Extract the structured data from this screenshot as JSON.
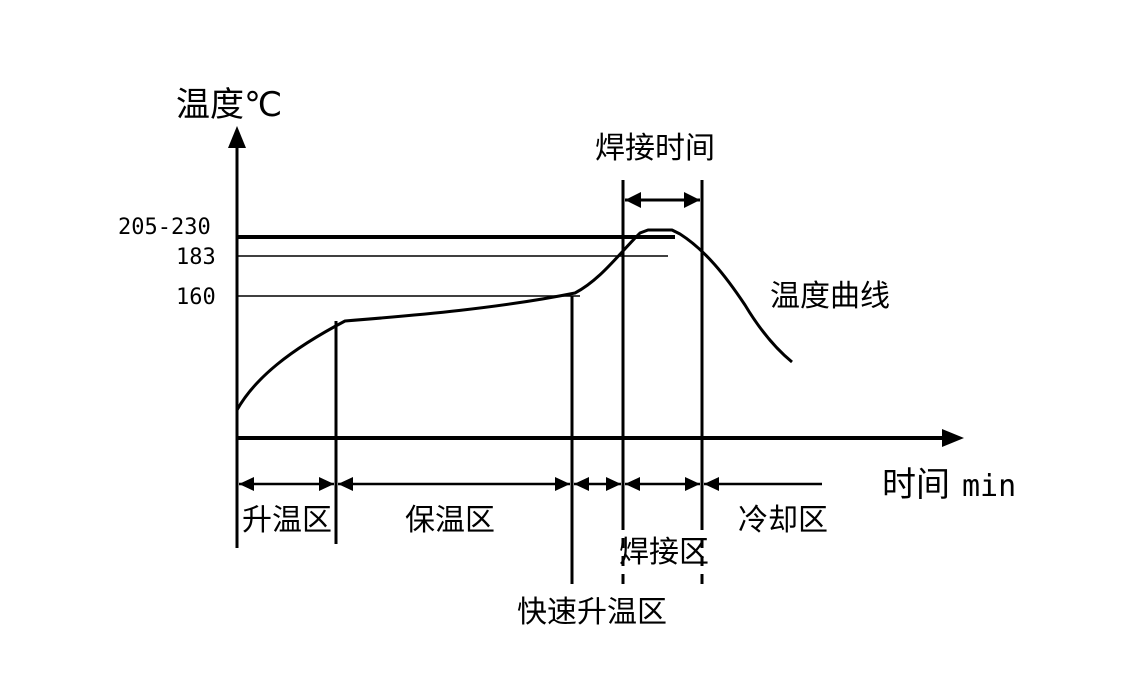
{
  "axes": {
    "y_label": "温度℃",
    "x_label": "时间",
    "x_unit": "min"
  },
  "temperature_levels": {
    "peak": "205-230",
    "melting": "183",
    "soak_end": "160"
  },
  "curve_label": "温度曲线",
  "weld_time_label": "焊接时间",
  "zones": {
    "ramp_up": "升温区",
    "soak": "保温区",
    "fast_ramp": "快速升温区",
    "reflow": "焊接区",
    "cooling": "冷却区"
  }
}
